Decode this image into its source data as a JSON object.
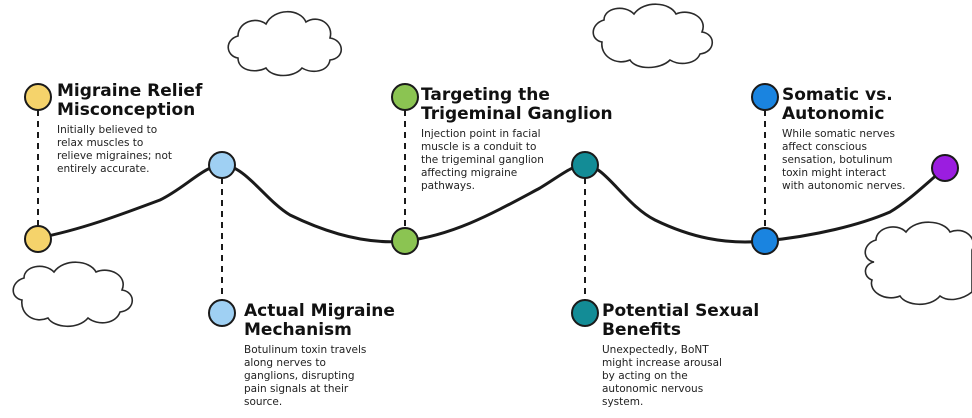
{
  "colors": {
    "step_1": "#f5d36b",
    "step_2": "#9fd0f3",
    "step_3": "#8bc452",
    "step_4": "#138c96",
    "step_5": "#1a84e0",
    "end": "#9b1de0",
    "line": "#1a1a1a"
  },
  "steps": [
    {
      "title": "Migraine Relief\nMisconception",
      "description": "Initially believed to\nrelax muscles to\nrelieve migraines; not\nentirely accurate."
    },
    {
      "title": "Actual Migraine\nMechanism",
      "description": "Botulinum toxin travels\nalong nerves to\nganglions, disrupting\npain signals at their\nsource."
    },
    {
      "title": "Targeting the\nTrigeminal Ganglion",
      "description": "Injection point in facial\nmuscle is a conduit to\nthe trigeminal ganglion\naffecting migraine\npathways."
    },
    {
      "title": "Potential Sexual\nBenefits",
      "description": "Unexpectedly, BoNT\nmight increase arousal\nby acting on the\nautonomic nervous\nsystem."
    },
    {
      "title": "Somatic vs.\nAutonomic",
      "description": "While somatic nerves\naffect conscious\nsensation, botulinum\ntoxin might interact\nwith autonomic nerves."
    }
  ]
}
